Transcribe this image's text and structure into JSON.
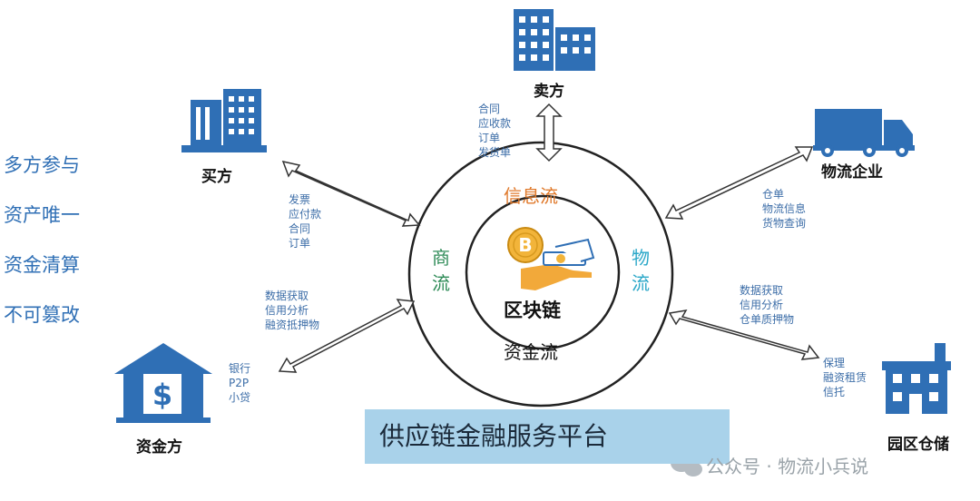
{
  "features": [
    "多方参与",
    "资产唯一",
    "资金清算",
    "不可篡改"
  ],
  "nodes": {
    "seller_top": "卖方",
    "buyer_left": "买方",
    "logistics": "物流企业",
    "funder": "资金方",
    "warehouse": "园区仓储"
  },
  "flows": {
    "top_info": [
      "合同",
      "应收款",
      "订单",
      "发货单"
    ],
    "left_info": [
      "发票",
      "应付款",
      "合同",
      "订单"
    ],
    "logistics_info": [
      "仓单",
      "物流信息",
      "货物查询"
    ],
    "funder_info": [
      "数据获取",
      "信用分析",
      "融资抵押物"
    ],
    "funder_types": [
      "银行",
      "P2P",
      "小贷"
    ],
    "warehouse_info": [
      "数据获取",
      "信用分析",
      "仓单质押物"
    ],
    "warehouse_types": [
      "保理",
      "融资租赁",
      "信托"
    ]
  },
  "circle": {
    "info_flow": "信息流",
    "commerce_flow": "商流",
    "logistics_flow": "物流",
    "capital_flow": "资金流",
    "core": "区块链",
    "coin_symbol": "B"
  },
  "colors": {
    "blue": "#2f6fb5",
    "orange": "#e07a2c",
    "green": "#2e8b57",
    "teal": "#2aa7c8",
    "banner": "#a9d2ea"
  },
  "platform_title": "供应链金融服务平台",
  "watermark": "公众号 · 物流小兵说",
  "icons": [
    "building-icon",
    "truck-icon",
    "bank-icon",
    "warehouse-icon",
    "bitcoin-icon",
    "hand-coin-icon",
    "wechat-icon"
  ]
}
